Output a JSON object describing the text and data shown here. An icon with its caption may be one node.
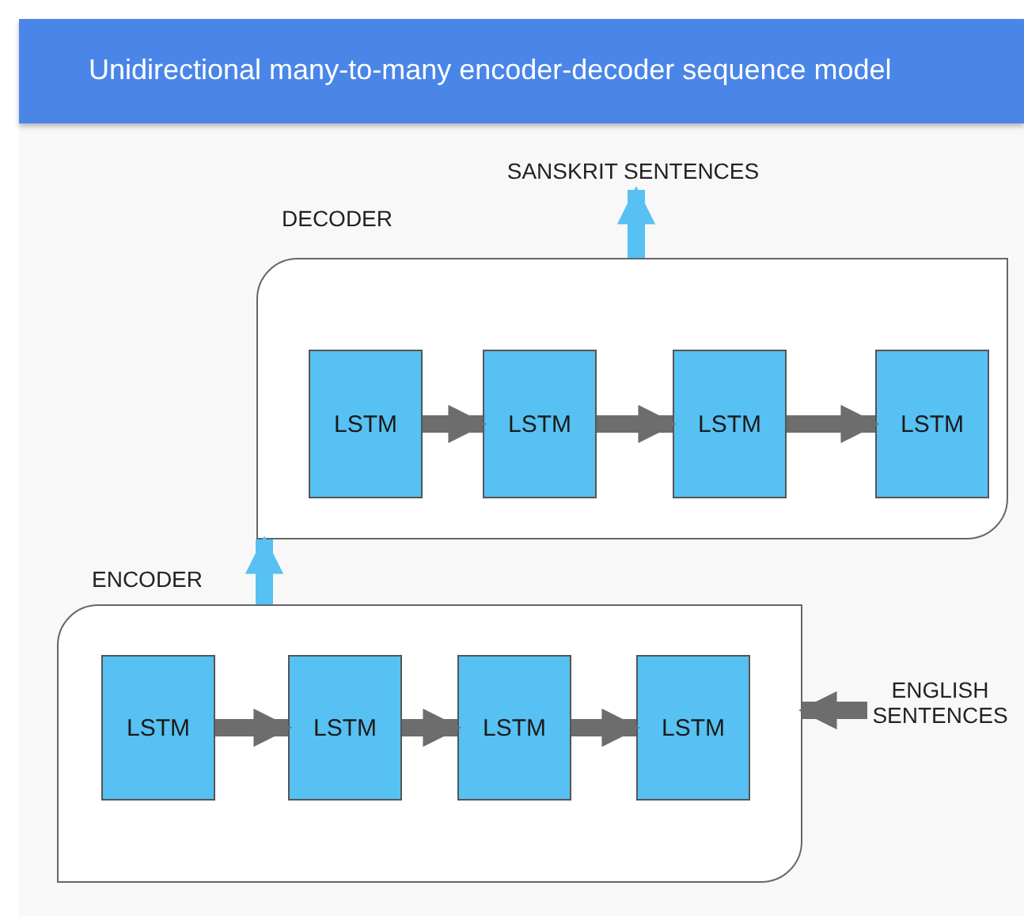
{
  "diagram": {
    "title": "Unidirectional many-to-many encoder-decoder sequence model",
    "nodes": [
      {
        "text": [
          "DECODER"
        ]
      },
      {
        "text": [
          "LSTM"
        ],
        "in": 0
      },
      {
        "text": [
          "LSTM"
        ],
        "in": 0
      },
      {
        "text": [
          "LSTM"
        ],
        "in": 0
      },
      {
        "text": [
          "LSTM"
        ],
        "in": 0
      },
      {
        "text": [
          "ENCODER"
        ]
      },
      {
        "text": [
          "LSTM"
        ],
        "in": 5
      },
      {
        "text": [
          "LSTM"
        ],
        "in": 5
      },
      {
        "text": [
          "LSTM"
        ],
        "in": 5
      },
      {
        "text": [
          "LSTM"
        ],
        "in": 5
      },
      {
        "text": [
          "SANSKRIT SENTENCES"
        ]
      },
      {
        "text": [
          "ENGLISH SENTENCES"
        ]
      }
    ],
    "edges": [
      {
        "from": 1,
        "to": 2,
        "arrow": "to"
      },
      {
        "from": 2,
        "to": 3,
        "arrow": "to"
      },
      {
        "from": 3,
        "to": 4,
        "arrow": "to"
      },
      {
        "from": 6,
        "to": 7,
        "arrow": "to"
      },
      {
        "from": 7,
        "to": 8,
        "arrow": "to"
      },
      {
        "from": 8,
        "to": 9,
        "arrow": "to"
      },
      {
        "from": 11,
        "to": 5,
        "arrow": "to"
      },
      {
        "from": 5,
        "to": 0,
        "arrow": "to",
        "color": "#56c1f2"
      },
      {
        "from": 0,
        "to": 10,
        "arrow": "to",
        "color": "#56c1f2"
      }
    ]
  }
}
